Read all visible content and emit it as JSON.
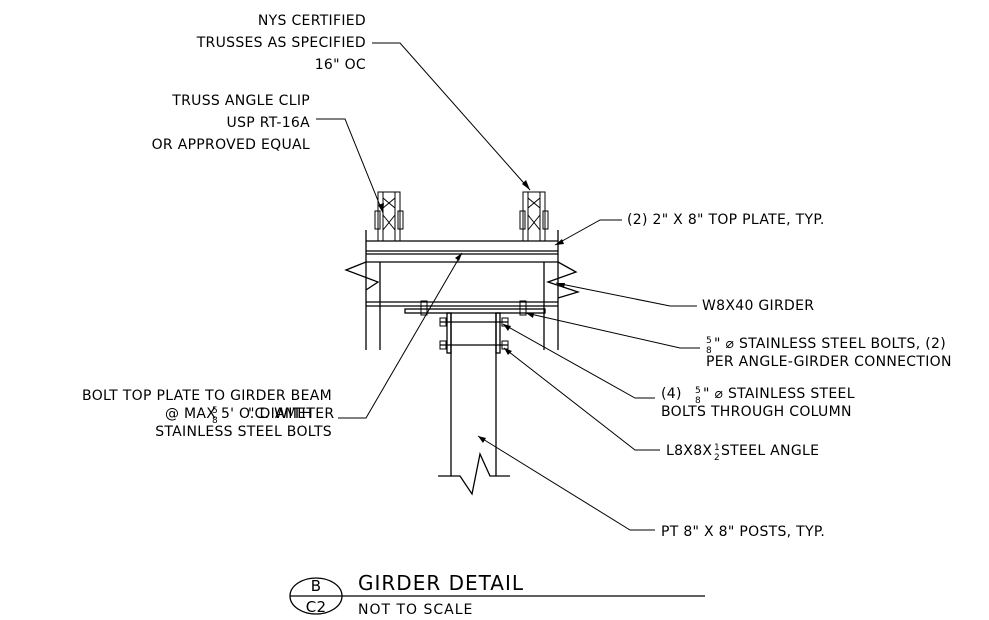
{
  "notes": {
    "trusses": [
      "NYS CERTIFIED",
      "TRUSSES AS SPECIFIED",
      "16\" OC"
    ],
    "clip": [
      "TRUSS ANGLE CLIP",
      "USP RT-16A",
      "OR APPROVED EQUAL"
    ],
    "top_plate": "(2) 2\" X 8\" TOP PLATE, TYP.",
    "girder": "W8X40 GIRDER",
    "bolts_1_a": "\" ⌀ STAINLESS STEEL BOLTS, (2)",
    "bolts_1_b": "PER ANGLE-GIRDER CONNECTION",
    "bolts_2_prefix": "(4) ",
    "bolts_2_a": "\" ⌀ STAINLESS STEEL",
    "bolts_2_b": "BOLTS THROUGH COLUMN",
    "angle_prefix": "L8X8X",
    "angle_suffix": " STEEL ANGLE",
    "posts": "PT 8\" X 8\" POSTS, TYP.",
    "bolt_top_a": "BOLT TOP PLATE TO GIRDER BEAM",
    "bolt_top_b_1": "@ MAX 5' O.C. WITH ",
    "bolt_top_b_2": "\" DIAMETER",
    "bolt_top_c": "STAINLESS STEEL BOLTS",
    "frac_5": "5",
    "frac_8": "8",
    "frac_1": "1",
    "frac_2": "2"
  },
  "title_block": {
    "detail_letter": "B",
    "sheet": "C2",
    "title": "GIRDER DETAIL",
    "scale": "NOT TO SCALE"
  }
}
